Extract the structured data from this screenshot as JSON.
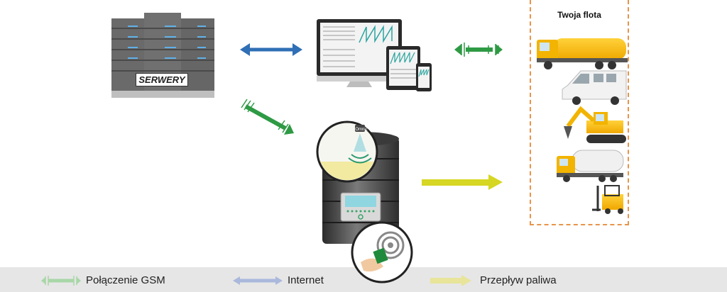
{
  "servers": {
    "label": "SERWERY"
  },
  "fleet": {
    "title": "Twoja flota"
  },
  "tank": {
    "badge": "Omnic"
  },
  "legend": {
    "gsm": "Połączenie GSM",
    "internet": "Internet",
    "fuel": "Przepływ paliwa"
  },
  "colors": {
    "gsm": "#2e9a44",
    "internet": "#2f6fb5",
    "fuel": "#d6d624",
    "accent": "#e8944a"
  }
}
